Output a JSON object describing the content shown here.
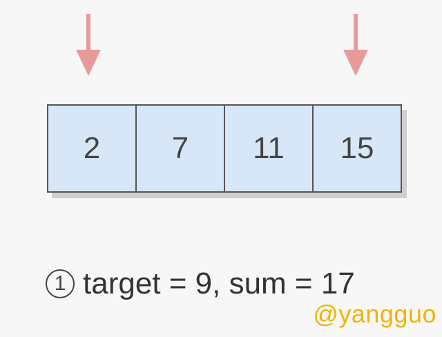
{
  "array": {
    "values": [
      "2",
      "7",
      "11",
      "15"
    ]
  },
  "pointers": {
    "color": "#e89a9a",
    "left_index": 0,
    "right_index": 3
  },
  "caption": {
    "step_number": "1",
    "text": "target = 9, sum = 17"
  },
  "watermark": {
    "text": "@yangguo",
    "color": "#f0b400"
  }
}
